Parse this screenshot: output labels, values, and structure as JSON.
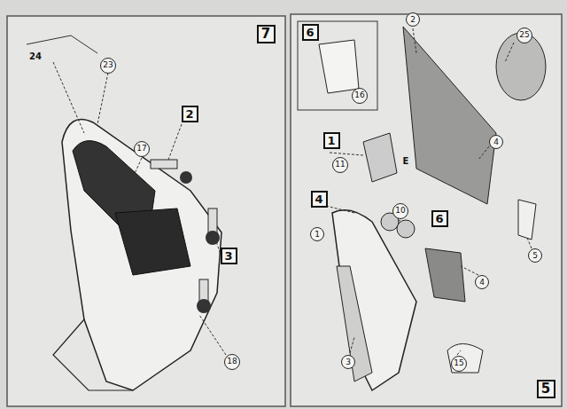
{
  "diagram": {
    "nodes": [
      {
        "text": [
          "7"
        ]
      },
      {
        "text": [
          "23"
        ]
      },
      {
        "text": [
          "17"
        ]
      },
      {
        "text": [
          "2"
        ]
      },
      {
        "text": [
          "3"
        ]
      },
      {
        "text": [
          "18"
        ]
      },
      {
        "text": [
          "6"
        ]
      },
      {
        "text": [
          "16"
        ]
      },
      {
        "text": [
          "2"
        ]
      },
      {
        "text": [
          "25"
        ]
      },
      {
        "text": [
          "1"
        ]
      },
      {
        "text": [
          "4"
        ]
      },
      {
        "text": [
          "11"
        ]
      },
      {
        "text": [
          "4"
        ]
      },
      {
        "text": [
          "10"
        ]
      },
      {
        "text": [
          "6"
        ]
      },
      {
        "text": [
          "1"
        ]
      },
      {
        "text": [
          "5"
        ]
      },
      {
        "text": [
          "4"
        ]
      },
      {
        "text": [
          "3"
        ]
      },
      {
        "text": [
          "15"
        ]
      },
      {
        "text": [
          "5"
        ]
      }
    ],
    "labels": [
      "24",
      "E"
    ]
  }
}
